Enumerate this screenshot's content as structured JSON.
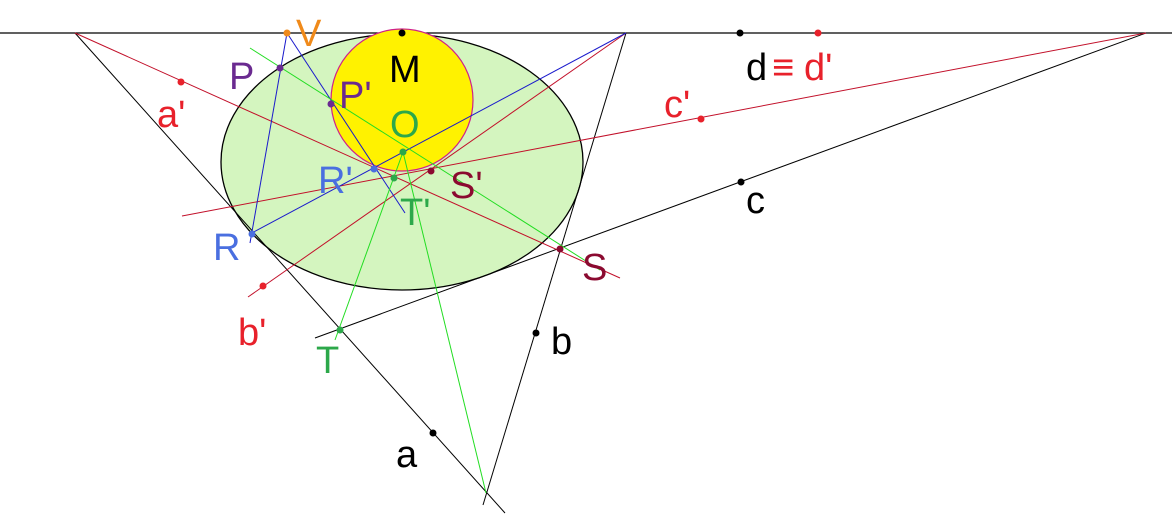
{
  "diagram": {
    "title": "Projective homology: circle to ellipse construction",
    "colors": {
      "black": "#000000",
      "red": "#e8212b",
      "dark_red": "#b00d2a",
      "maroon": "#8b0a30",
      "blue": "#1a1acc",
      "light_blue": "#4a6fe0",
      "green": "#2ca84a",
      "bright_green": "#22dd22",
      "purple": "#6a2a90",
      "orange": "#f08a1a",
      "yellow_fill": "#fff200",
      "ellipse_fill": "#d4f5bf"
    },
    "labels": {
      "V": "V",
      "M": "M",
      "P": "P",
      "P_prime": "P'",
      "O": "O",
      "R": "R",
      "R_prime": "R'",
      "S": "S",
      "S_prime": "S'",
      "T": "T",
      "T_prime": "T'",
      "a": "a",
      "a_prime": "a'",
      "b": "b",
      "b_prime": "b'",
      "c": "c",
      "c_prime": "c'",
      "d": "d",
      "equiv": "≡",
      "d_prime": "d'"
    }
  }
}
